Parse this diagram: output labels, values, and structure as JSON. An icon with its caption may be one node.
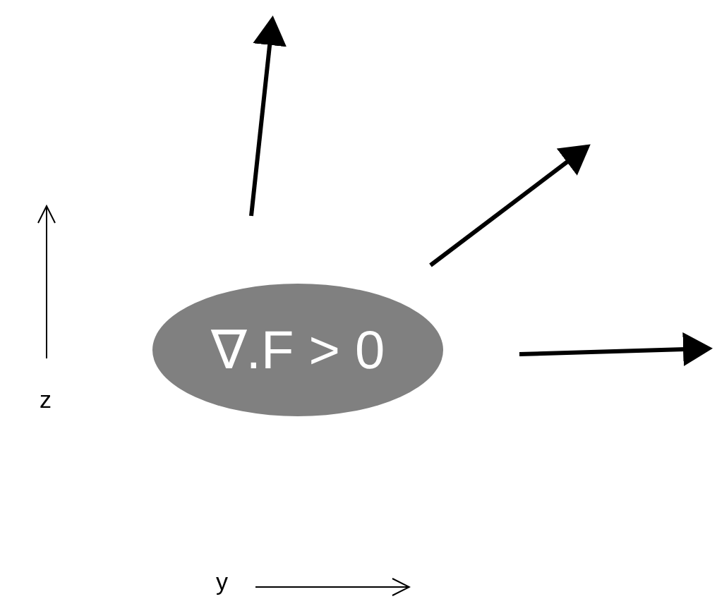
{
  "diagram": {
    "nodes": [
      {
        "text": [
          "∇.F > 0"
        ]
      }
    ],
    "labels": [
      "z",
      "y"
    ]
  }
}
